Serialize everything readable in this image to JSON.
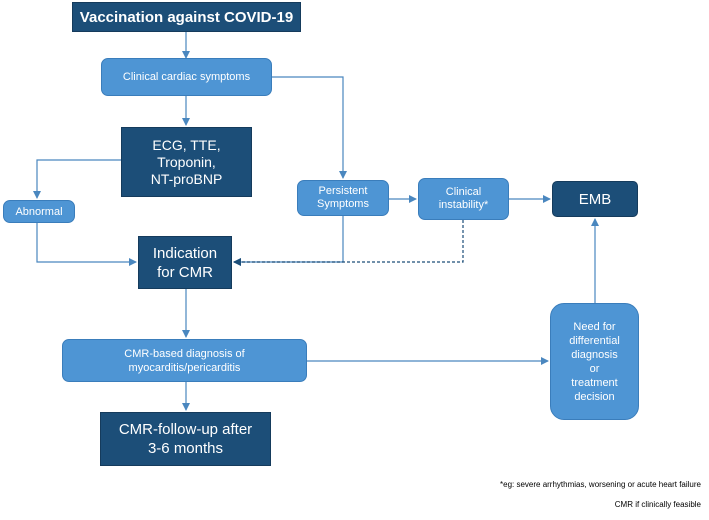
{
  "nodes": {
    "vaccination": "Vaccination against COVID-19",
    "clinical_cardiac_symptoms": "Clinical cardiac symptoms",
    "ecg_tte_troponin": "ECG, TTE,\nTroponin,\nNT-proBNP",
    "abnormal": "Abnormal",
    "persistent_symptoms": "Persistent\nSymptoms",
    "clinical_instability": "Clinical\ninstability*",
    "emb": "EMB",
    "indication_cmr": "Indication\nfor CMR",
    "cmr_based_diagnosis": "CMR-based diagnosis of\nmyocarditis/pericarditis",
    "need_for_differential": "Need for\ndifferential\ndiagnosis\nor\ntreatment\ndecision",
    "cmr_follow_up": "CMR-follow-up after\n3-6 months"
  },
  "footnote": {
    "line1": "*eg: severe arrhythmias, worsening or acute heart failure",
    "line2": "CMR if clinically feasible"
  },
  "colors": {
    "dark_box": "#1c4e78",
    "light_box": "#4e95d4",
    "connector": "#4a87bf"
  }
}
